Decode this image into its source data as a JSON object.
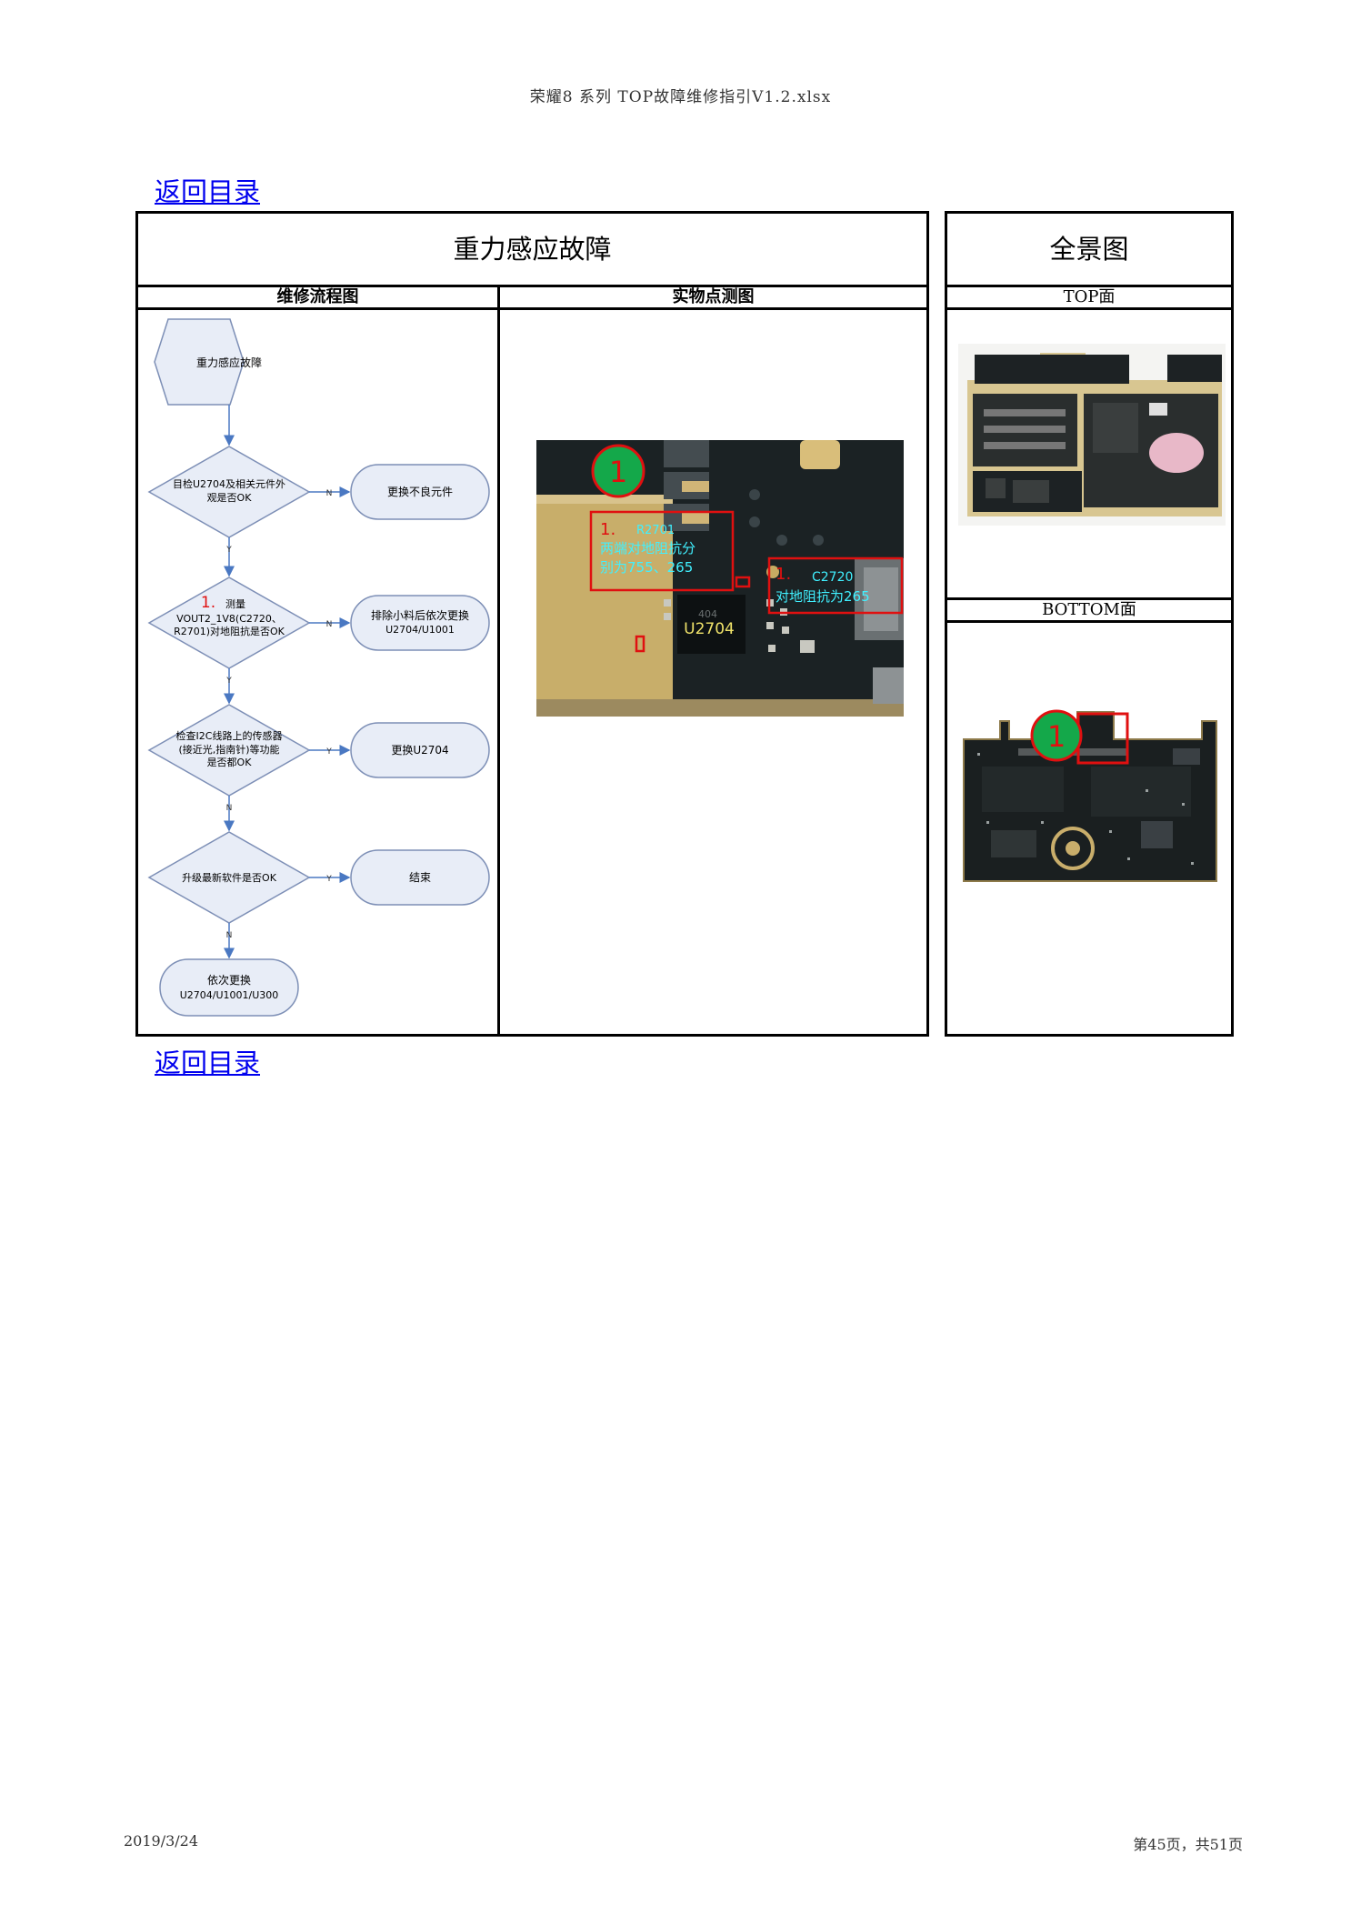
{
  "page": {
    "header": "荣耀8 系列 TOP故障维修指引V1.2.xlsx",
    "back_link_top": "返回目录",
    "back_link_bottom": "返回目录",
    "footer_date": "2019/3/24",
    "footer_page": "第45页，共51页"
  },
  "table": {
    "main_title": "重力感应故障",
    "panorama_title": "全景图",
    "col_flowchart": "维修流程图",
    "col_photo": "实物点测图",
    "top_label": "TOP面",
    "bottom_label": "BOTTOM面"
  },
  "flowchart": {
    "start": "重力感应故障",
    "d1_line1": "目检U2704及相关元件外",
    "d1_line2": "观是否OK",
    "d1_no": "N",
    "d1_no_action": "更换不良元件",
    "d1_yes": "Y",
    "d2_num": "1.",
    "d2_line1": "测量",
    "d2_line2": "VOUT2_1V8(C2720、",
    "d2_line3": "R2701)对地阻抗是否OK",
    "d2_no": "N",
    "d2_no_action_line1": "排除小料后依次更换",
    "d2_no_action_line2": "U2704/U1001",
    "d2_yes": "Y",
    "d3_line1": "检查I2C线路上的传感器",
    "d3_line2": "(接近光,指南针)等功能",
    "d3_line3": "是否都OK",
    "d3_yes": "Y",
    "d3_yes_action": "更换U2704",
    "d3_no": "N",
    "d4_line1": "升级最新软件是否OK",
    "d4_yes": "Y",
    "d4_yes_action": "结束",
    "d4_no": "N",
    "end_line1": "依次更换",
    "end_line2": "U2704/U1001/U300"
  },
  "photo": {
    "marker": "1",
    "r_label_num": "1.",
    "r_label_part": "R2701",
    "r_label_line2": "两端对地阻抗分",
    "r_label_line3": "别为755、265",
    "chip_label": "U2704",
    "c_label_num": "1.",
    "c_label_part": "C2720",
    "c_label_line2": "对地阻抗为265"
  },
  "bottom_marker": "1",
  "colors": {
    "link": "#0000ee",
    "flow_fill": "#e8edf7",
    "flow_stroke": "#7d8fb6",
    "arrow": "#4a78c2",
    "annot_red": "#e01010",
    "annot_cyan": "#40f0ff",
    "marker_green": "#14a84a"
  }
}
